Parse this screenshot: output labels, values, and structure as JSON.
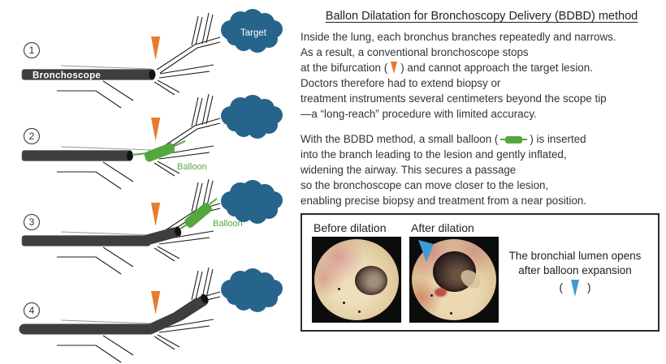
{
  "colors": {
    "orange": "#E97B2F",
    "green": "#55A63E",
    "cloud": "#26648C",
    "blue": "#3E9CD4",
    "scope": "#3E3E3E",
    "ink": "#2B2B2B",
    "line": "#1F1F1F"
  },
  "title": "Ballon Dilatation for Bronchoscopy Delivery (BDBD) method",
  "diagram": {
    "steps": [
      "1",
      "2",
      "3",
      "4"
    ],
    "bronchoscope_label": "Bronchoscope",
    "target_label": "Target",
    "balloon_label": "Balloon"
  },
  "paragraph1": {
    "l1": "Inside the lung, each bronchus branches repeatedly and narrows.",
    "l2": "As a result, a conventional bronchoscope stops",
    "l3a": "at the bifurcation (",
    "l3b": ") and cannot approach the target lesion.",
    "l4": "Doctors therefore had to extend biopsy or",
    "l5": "treatment instruments several centimeters beyond the scope tip",
    "l6": "—a “long-reach” procedure with limited accuracy."
  },
  "paragraph2": {
    "l1a": "With the BDBD method, a small balloon (",
    "l1b": ") is inserted",
    "l2": "into the branch leading to the lesion and gently inflated,",
    "l3": "widening the airway. This secures a passage",
    "l4": "so the bronchoscope can move closer to the lesion,",
    "l5": "enabling precise biopsy and treatment from a near position."
  },
  "photo_panel": {
    "before_label": "Before dilation",
    "after_label": "After dilation",
    "caption_l1": "The bronchial lumen opens",
    "caption_l2": "after balloon expansion",
    "paren_open": "(",
    "paren_close": ")"
  }
}
